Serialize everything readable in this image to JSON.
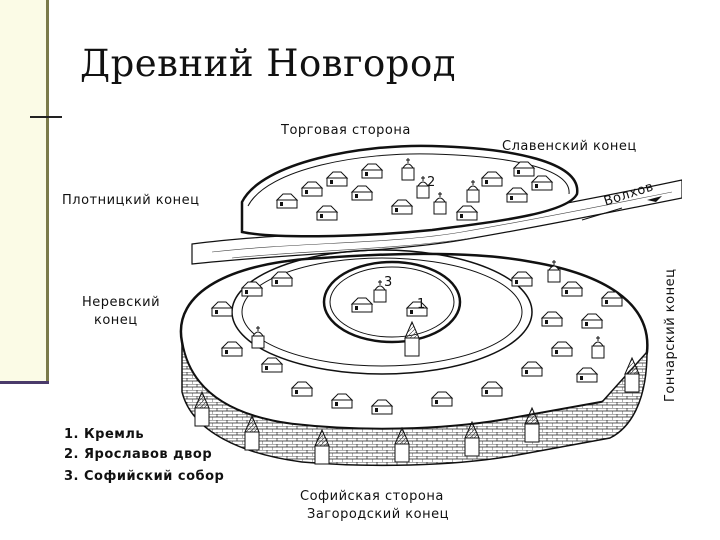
{
  "slide": {
    "title": "Древний Новгород"
  },
  "map": {
    "labels": {
      "trade_side": "Торговая сторона",
      "slavensky": "Славенский конец",
      "plotnitsky": "Плотницкий конец",
      "volkhov": "Волхов",
      "nerevsky_line1": "Неревский",
      "nerevsky_line2": "конец",
      "goncharsky": "Гончарский конец",
      "sofia_side": "Софийская сторона",
      "zagorodsky": "Загородский конец",
      "num1": "1",
      "num2": "2",
      "num3": "3"
    },
    "legend": [
      "1. Кремль",
      "2. Ярославов двор",
      "3. Софийский собор"
    ]
  }
}
